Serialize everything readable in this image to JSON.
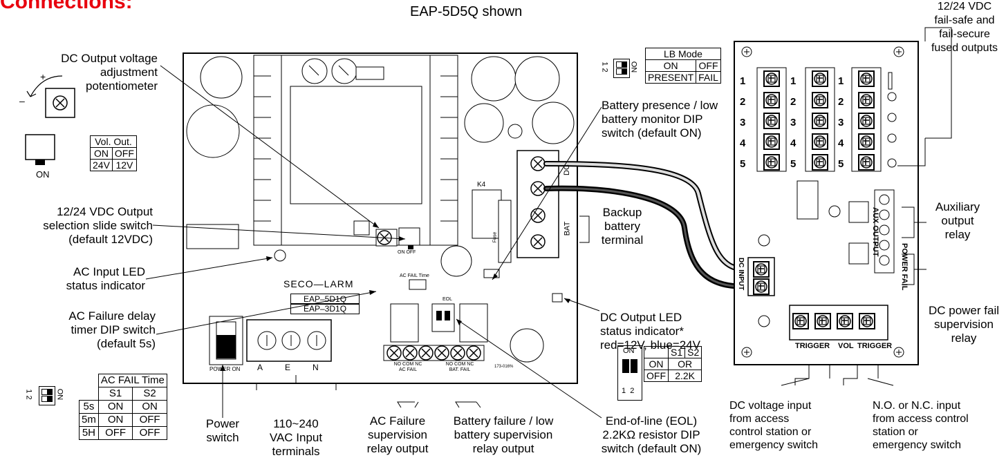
{
  "header": {
    "title": "Connections:",
    "subtitle": "EAP-5D5Q shown"
  },
  "labels": {
    "potentiometer": "DC Output voltage\nadjustment\npotentiometer",
    "output_select": "12/24 VDC Output\nselection slide switch\n(default 12VDC)",
    "ac_led": "AC Input LED\nstatus indicator",
    "ac_fail_timer": "AC Failure delay\ntimer DIP switch\n(default 5s)",
    "power_switch": "Power\nswitch",
    "vac_input": "110~240\nVAC Input\nterminals",
    "ac_relay": "AC Failure\nsupervision\nrelay output",
    "battery_relay": "Battery failure / low\nbattery supervision\nrelay output",
    "eol": "End-of-line (EOL)\n2.2KΩ resistor DIP\nswitch (default ON)",
    "dc_led": "DC Output LED\nstatus indicator*\nred=12V, blue=24V",
    "battery_monitor": "Battery presence / low\nbattery monitor DIP\nswitch (default ON)",
    "backup_battery": "Backup\nbattery\nterminal",
    "fused_outputs": "12/24 VDC\nfail-safe and\nfail-secure\nfused outputs",
    "aux_relay": "Auxiliary\noutput\nrelay",
    "dc_power_fail": "DC power fail\nsupervision\nrelay",
    "dc_voltage_input": "DC voltage input\nfrom access\ncontrol station or\nemergency switch",
    "no_nc_input": "N.O. or N.C. input\nfrom access control\nstation or\nemergency switch"
  },
  "pot_symbols": {
    "plus": "+",
    "minus": "–"
  },
  "slide_switch": {
    "on": "ON"
  },
  "vol_out_table": {
    "header": "Vol. Out.",
    "cols": [
      "ON",
      "OFF"
    ],
    "values": [
      "24V",
      "12V"
    ]
  },
  "lb_mode_table": {
    "header": "LB Mode",
    "cols": [
      "ON",
      "OFF"
    ],
    "values": [
      "PRESENT",
      "FAIL"
    ]
  },
  "lb_dip": {
    "on": "ON",
    "nums": "1 2"
  },
  "eol_table": {
    "cols": [
      "S1",
      "S2"
    ],
    "rows": [
      [
        "ON",
        "OR"
      ],
      [
        "OFF",
        "2.2K"
      ]
    ],
    "dip_on": "ON",
    "dip_nums": "1  2"
  },
  "ac_fail_table": {
    "header": "AC FAIL Time",
    "cols": [
      "S1",
      "S2"
    ],
    "rows": [
      [
        "5s",
        "ON",
        "ON"
      ],
      [
        "5m",
        "ON",
        "OFF"
      ],
      [
        "5H",
        "OFF",
        "OFF"
      ]
    ],
    "dip_on": "ON",
    "dip_nums": "1 2"
  },
  "board": {
    "brand": "SECO—LARM",
    "models": [
      "EAP–5D1Q",
      "EAP–3D1Q"
    ],
    "power_on": "POWER ON",
    "vac_terms": [
      "A",
      "E",
      "N"
    ],
    "relay_ac": "NO COM NC\nAC FAIL",
    "relay_bat": "NO COM NC\nBAT. FAIL",
    "dc_term": "DC",
    "bat_term": "BAT",
    "part_no": "173-016%",
    "k4": "K4",
    "fuse": "Fuse",
    "eol": "EOL",
    "onoff": "ON OFF",
    "ac_fail_time": "AC FAIL Time"
  },
  "module": {
    "terminal_nums": [
      "1",
      "2",
      "3",
      "4",
      "5"
    ],
    "aux": "AUX OUTPUT",
    "power_fail": "POWER FAIL",
    "dc_input": "DC INPUT",
    "trigger_left": "TRIGGER",
    "vol": "VOL",
    "trigger_right": "TRIGGER"
  }
}
